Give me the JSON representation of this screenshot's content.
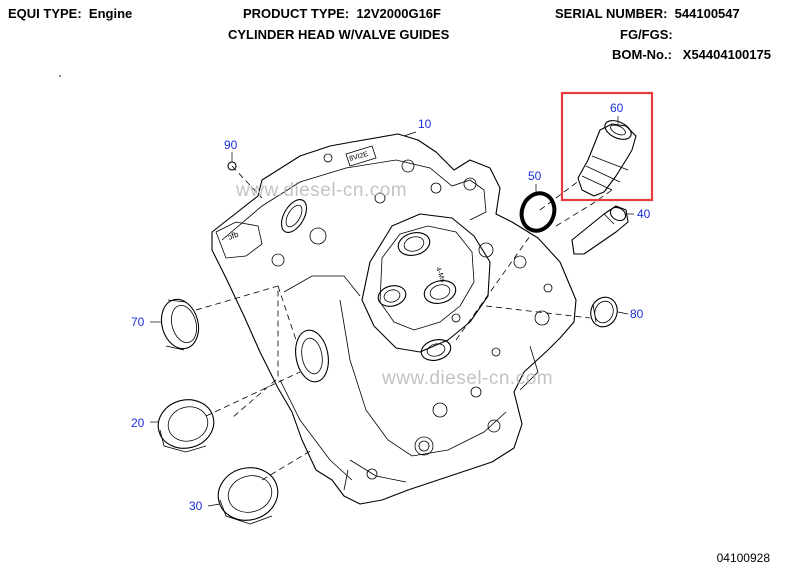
{
  "header": {
    "equi_type_label": "EQUI TYPE:",
    "equi_type_value": "Engine",
    "product_type_label": "PRODUCT TYPE:",
    "product_type_value": "12V2000G16F",
    "serial_label": "SERIAL NUMBER:",
    "serial_value": "544100547",
    "subtitle": "CYLINDER HEAD W/VALVE GUIDES",
    "fg_label": "FG/FGS:",
    "fg_value": "",
    "bom_label": "BOM-No.:",
    "bom_value": "X54404100175"
  },
  "callouts": [
    "90",
    "10",
    "50",
    "60",
    "40",
    "70",
    "80",
    "20",
    "30"
  ],
  "watermark": "www.diesel-cn.com",
  "doc_number": "04100928",
  "highlight_color": "#e53b3b",
  "callout_color": "#1a2fd6"
}
